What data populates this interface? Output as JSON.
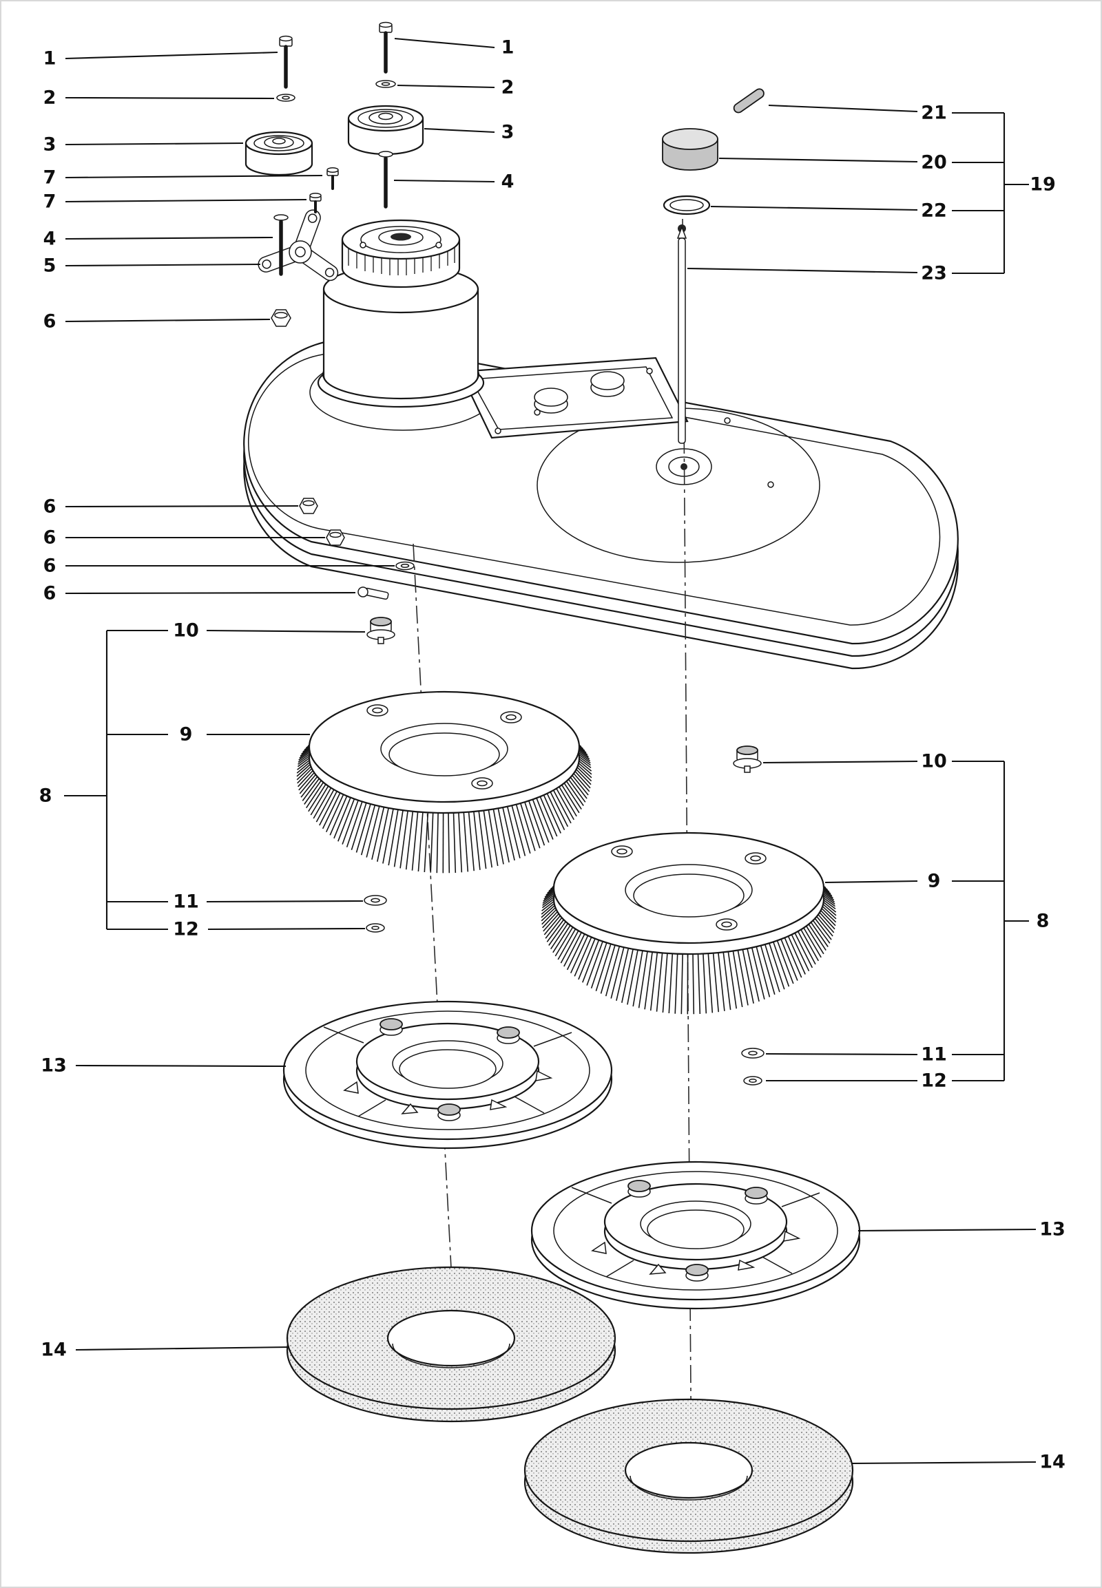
{
  "figure": {
    "type": "exploded-parts-diagram",
    "ink_color": "#161616",
    "background_color": "#ffffff",
    "metal_shade": "#c4c4c4",
    "pad_texture_color": "#efefef"
  },
  "callouts": [
    {
      "label": "1"
    },
    {
      "label": "2"
    },
    {
      "label": "3"
    },
    {
      "label": "7"
    },
    {
      "label": "7"
    },
    {
      "label": "4"
    },
    {
      "label": "5"
    },
    {
      "label": "6"
    },
    {
      "label": "6"
    },
    {
      "label": "6"
    },
    {
      "label": "6"
    },
    {
      "label": "6"
    },
    {
      "label": "10"
    },
    {
      "label": "9"
    },
    {
      "label": "8"
    },
    {
      "label": "11"
    },
    {
      "label": "12"
    },
    {
      "label": "13"
    },
    {
      "label": "14"
    },
    {
      "label": "1"
    },
    {
      "label": "2"
    },
    {
      "label": "3"
    },
    {
      "label": "4"
    },
    {
      "label": "21"
    },
    {
      "label": "20"
    },
    {
      "label": "22"
    },
    {
      "label": "23"
    },
    {
      "label": "19"
    },
    {
      "label": "10"
    },
    {
      "label": "9"
    },
    {
      "label": "8"
    },
    {
      "label": "11"
    },
    {
      "label": "12"
    },
    {
      "label": "13"
    },
    {
      "label": "14"
    }
  ]
}
